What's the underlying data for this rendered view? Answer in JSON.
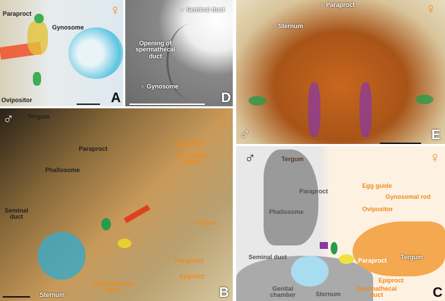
{
  "panels": {
    "A": {
      "letter": "A",
      "female": "♀",
      "labels": [
        "Paraproct",
        "Gynosome",
        "Ovipositor"
      ]
    },
    "D": {
      "letter": "D",
      "labels": [
        "♂ Seminal duct",
        "Opening of spermathecal duct",
        "♀ Gynosome"
      ]
    },
    "E": {
      "letter": "E",
      "female": "♀",
      "male": "♂",
      "labels": [
        "♀ Paraproct",
        "♂ Sternum"
      ]
    },
    "B": {
      "letter": "B",
      "female": "♀",
      "male": "♂",
      "labels": [
        "Tergum",
        "Paraproct",
        "Phallosome",
        "Egg guide",
        "Ovipositor (base)",
        "Tergum",
        "Seminal duct",
        "Paraproct",
        "Epiproct",
        "Sternum",
        "Spermathecal duct"
      ]
    },
    "C": {
      "letter": "C",
      "female": "♀",
      "male": "♂",
      "labels": [
        "Tergum",
        "Paraproct",
        "Phallosome",
        "Egg guide",
        "Gynosomal rod",
        "Ovipositor",
        "Seminal duct",
        "Tergum",
        "Paraproct",
        "Epiproct",
        "Genital chamber",
        "Sternum",
        "Spermathecal duct"
      ]
    }
  },
  "colors": {
    "female": "#f08a1c",
    "accent_green": "#2a9a4a",
    "accent_purple": "#8a3aa0",
    "accent_blue": "#58c0de"
  }
}
